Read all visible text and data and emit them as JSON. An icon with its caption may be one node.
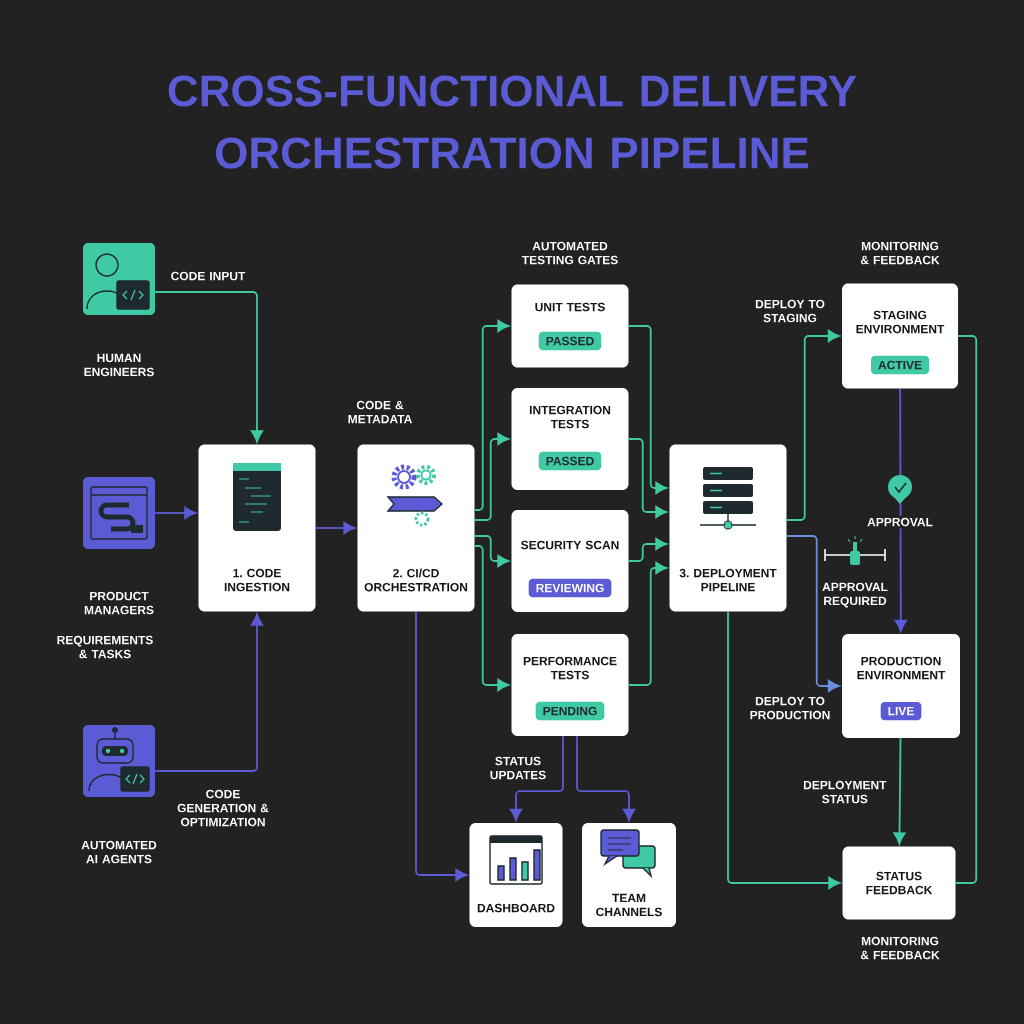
{
  "diagram": {
    "title": "CROSS-FUNCTIONAL DELIVERY ORCHESTRATION PIPELINE",
    "nodes": [
      {
        "text": [
          "HUMAN ENGINEERS"
        ]
      },
      {
        "text": [
          "PRODUCT MANAGERS"
        ]
      },
      {
        "text": [
          "AUTOMATED AI AGENTS"
        ]
      },
      {
        "text": [
          "1. CODE INGESTION"
        ]
      },
      {
        "text": [
          "2. CI/CD ORCHESTRATION"
        ],
        "beside": [
          "CODE & METADATA"
        ]
      },
      {
        "text": [
          "UNIT TESTS",
          "PASSED"
        ]
      },
      {
        "text": [
          "INTEGRATION TESTS",
          "PASSED"
        ]
      },
      {
        "text": [
          "SECURITY SCAN",
          "REVIEWING"
        ]
      },
      {
        "text": [
          "PERFORMANCE TESTS",
          "PENDING"
        ]
      },
      {
        "text": [
          "3. DEPLOYMENT PIPELINE"
        ]
      },
      {
        "text": [
          "STAGING ENVIRONMENT",
          "ACTIVE"
        ]
      },
      {
        "text": [
          "PRODUCTION ENVIRONMENT",
          "LIVE"
        ]
      },
      {
        "text": [
          "STATUS FEEDBACK"
        ]
      },
      {
        "text": [
          "DASHBOARD"
        ]
      },
      {
        "text": [
          "TEAM CHANNELS"
        ]
      }
    ],
    "edges": [
      {
        "from": 0,
        "to": 3,
        "arrow": "to",
        "label": "CODE INPUT"
      },
      {
        "from": 1,
        "to": 3,
        "arrow": "to",
        "color": "#5b5bd6"
      },
      {
        "from": 2,
        "to": 3,
        "arrow": "to",
        "label": "CODE GENERATION & OPTIMIZATION",
        "color": "#5b5bd6"
      },
      {
        "from": 3,
        "to": 4,
        "arrow": "to",
        "color": "#5b5bd6"
      },
      {
        "from": 4,
        "to": 5,
        "arrow": "to"
      },
      {
        "from": 4,
        "to": 6,
        "arrow": "to"
      },
      {
        "from": 4,
        "to": 7,
        "arrow": "to"
      },
      {
        "from": 4,
        "to": 8,
        "arrow": "to"
      },
      {
        "from": 5,
        "to": 9,
        "arrow": "to"
      },
      {
        "from": 6,
        "to": 9,
        "arrow": "to"
      },
      {
        "from": 7,
        "to": 9,
        "arrow": "to"
      },
      {
        "from": 8,
        "to": 9,
        "arrow": "to"
      },
      {
        "from": 9,
        "to": 10,
        "arrow": "to",
        "label": "DEPLOY TO STAGING"
      },
      {
        "from": 9,
        "to": 11,
        "arrow": "to",
        "label": "DEPLOY TO PRODUCTION",
        "color": "#6a8fd8"
      },
      {
        "from": 10,
        "to": 11,
        "arrow": "to",
        "label": "APPROVAL",
        "color": "#5b5bd6"
      },
      {
        "from": 11,
        "to": 12,
        "arrow": "to",
        "label": "DEPLOYMENT STATUS"
      },
      {
        "from": 9,
        "to": 12,
        "arrow": "to"
      },
      {
        "from": 10,
        "to": 12,
        "arrow": "none"
      },
      {
        "from": 8,
        "to": 13,
        "arrow": "to",
        "label": "STATUS UPDATES",
        "color": "#5b5bd6"
      },
      {
        "from": 8,
        "to": 14,
        "arrow": "to",
        "color": "#5b5bd6"
      },
      {
        "from": 4,
        "to": 13,
        "arrow": "to",
        "color": "#5b5bd6"
      }
    ],
    "labels": [
      "AUTOMATED TESTING GATES",
      "MONITORING & FEEDBACK",
      "APPROVAL REQUIRED",
      "REQUIREMENTS & TASKS",
      "MONITORING & FEEDBACK"
    ]
  }
}
